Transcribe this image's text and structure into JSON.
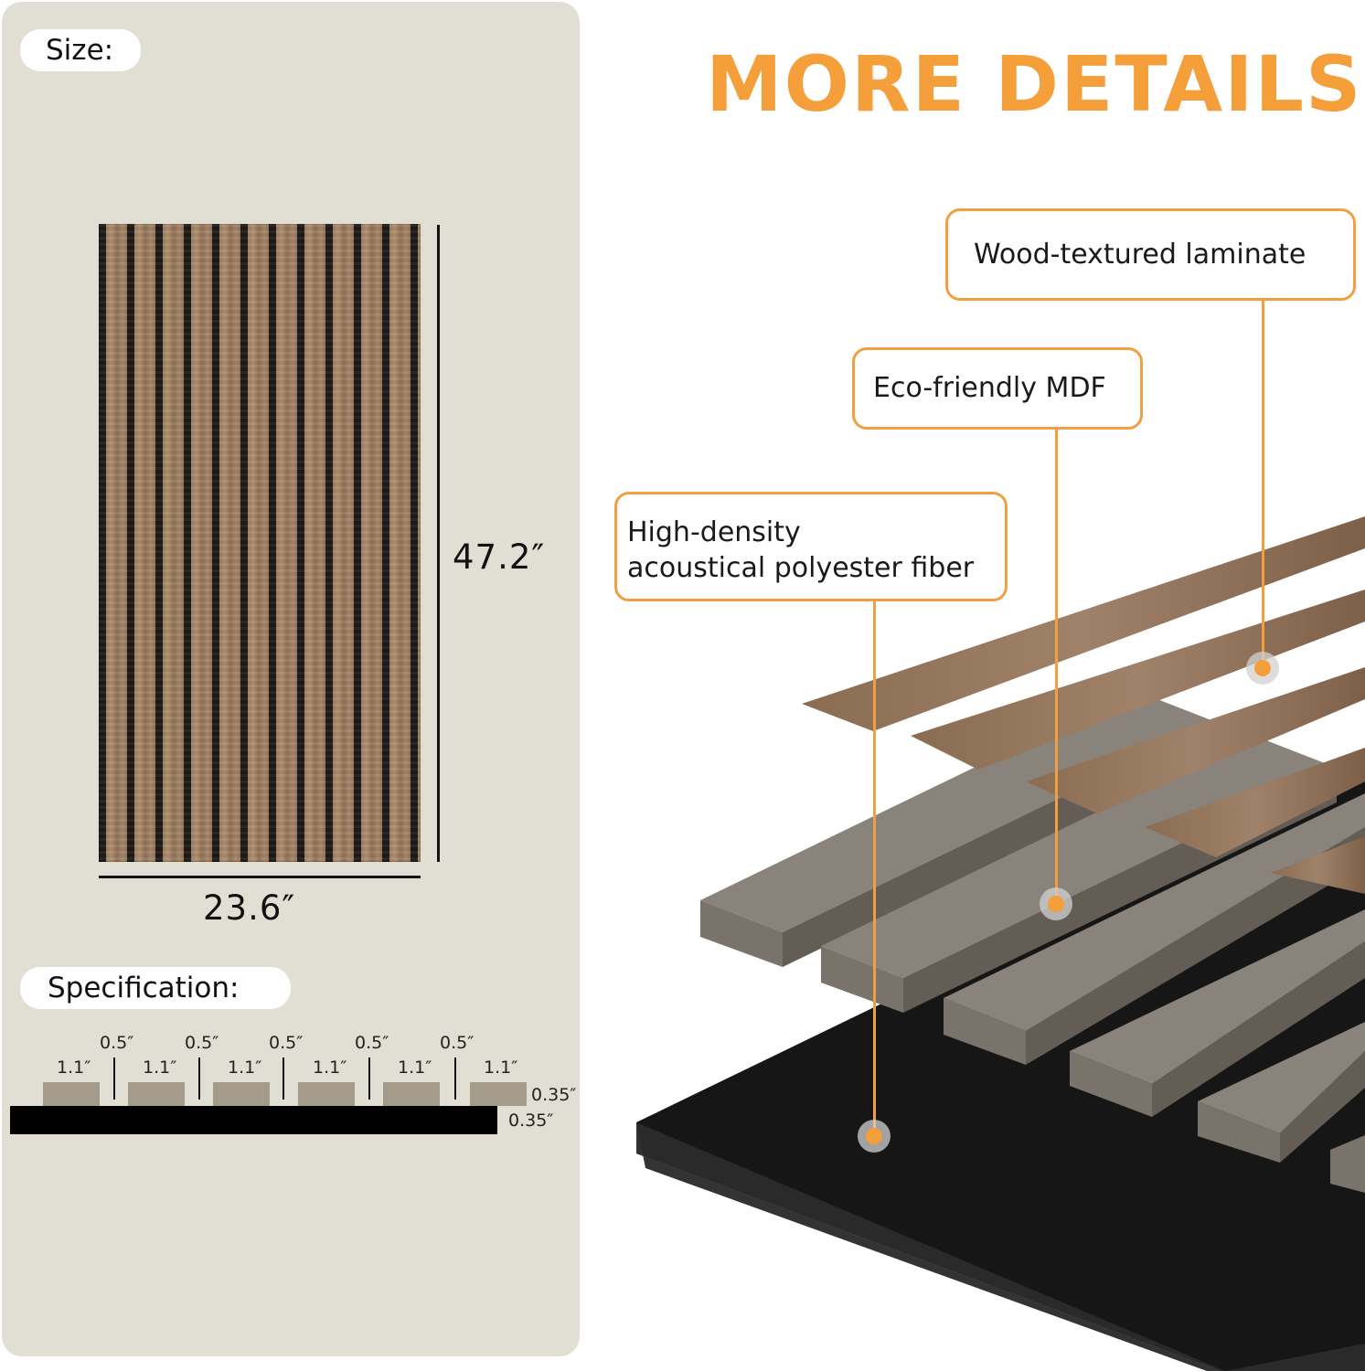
{
  "left_panel": {
    "size_label": "Size:",
    "height_dimension": "47.2″",
    "width_dimension": "23.6″",
    "specification_label": "Specification:",
    "spec": {
      "slat_width_labels": [
        "1.1″",
        "1.1″",
        "1.1″",
        "1.1″",
        "1.1″",
        "1.1″"
      ],
      "gap_labels": [
        "0.5″",
        "0.5″",
        "0.5″",
        "0.5″",
        "0.5″"
      ],
      "slat_thickness": "0.35″",
      "base_thickness": "0.35″"
    }
  },
  "right_panel": {
    "heading": "MORE DETAILS",
    "callouts": [
      {
        "label": "Wood-textured laminate"
      },
      {
        "label": "Eco-friendly MDF"
      },
      {
        "label_line1": "High-density",
        "label_line2": "acoustical polyester fiber"
      }
    ]
  },
  "colors": {
    "accent_orange": "#f59f3a",
    "panel_background": "#e1ded3",
    "slat_gray": "#a59b8b",
    "mdf_gray": "#7d7770",
    "felt_black": "#151515",
    "wood": "#8f7258"
  }
}
